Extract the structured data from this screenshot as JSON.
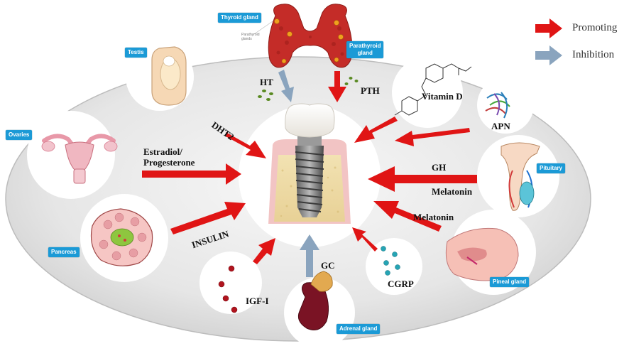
{
  "legend": {
    "promoting": "Promoting",
    "inhibition": "Inhibition",
    "promoting_color": "#e01515",
    "inhibition_color": "#8aa4be"
  },
  "organs": {
    "thyroid": "Thyroid gland",
    "parathyroid_line1": "Parathyroid",
    "parathyroid_line2": "gland",
    "parathyroid_note_line1": "Parathyroid",
    "parathyroid_note_line2": "glands",
    "testis": "Testis",
    "ovaries": "Ovaries",
    "pancreas": "Pancreas",
    "adrenal": "Adrenal gland",
    "pineal": "Pineal gland",
    "pituitary": "Pituitary"
  },
  "hormones": {
    "ht": "HT",
    "pth": "PTH",
    "vitamin_d": "Vitamin D",
    "apn": "APN",
    "dht2": "DHT2",
    "estradiol_line1": "Estradiol/",
    "estradiol_line2": "Progesterone",
    "gh": "GH",
    "melatonin_pituitary": "Melatonin",
    "melatonin_pineal": "Melatonin",
    "insulin": "INSULIN",
    "gc": "GC",
    "cgrp": "CGRP",
    "igf": "IGF-I"
  },
  "colors": {
    "arrow_red": "#e01515",
    "arrow_blue": "#8aa4be",
    "tag_blue": "#1b9ad6",
    "plate_grey": "#e9e9e9"
  }
}
